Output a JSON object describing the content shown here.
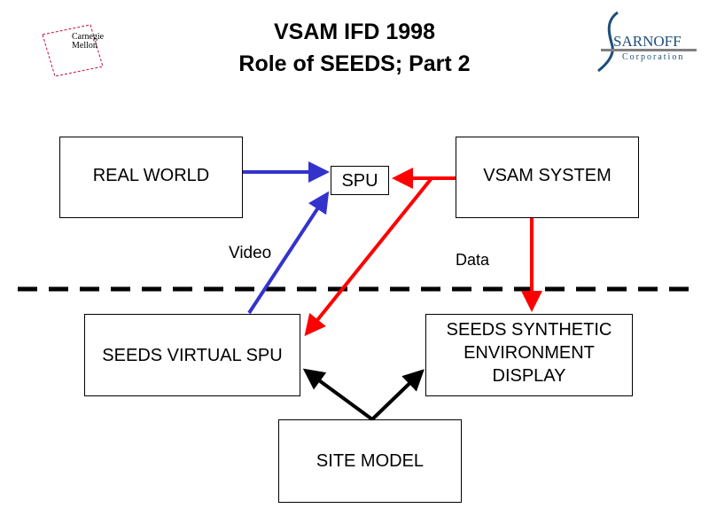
{
  "header": {
    "title_line1": "VSAM IFD 1998",
    "title_line2": "Role of SEEDS; Part 2"
  },
  "logos": {
    "left": {
      "line1": "Carnegie",
      "line2": "Mellon",
      "frame_color": "#c0143c"
    },
    "right": {
      "name": "SARNOFF",
      "sub": "Corporation",
      "color": "#1f4e79"
    }
  },
  "nodes": {
    "real_world": "REAL WORLD",
    "spu": "SPU",
    "vsam_system": "VSAM SYSTEM",
    "seeds_virtual_spu": "SEEDS VIRTUAL SPU",
    "seeds_synthetic_line1": "SEEDS SYNTHETIC",
    "seeds_synthetic_line2": "ENVIRONMENT",
    "seeds_synthetic_line3": "DISPLAY",
    "site_model": "SITE MODEL"
  },
  "edge_labels": {
    "video": "Video",
    "data": "Data"
  },
  "colors": {
    "video_arrow": "#3333cc",
    "data_arrow": "#ff0000",
    "site_arrow": "#000000"
  }
}
